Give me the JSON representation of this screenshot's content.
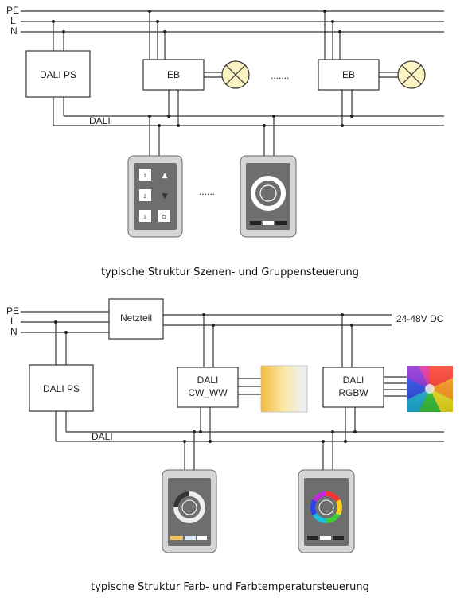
{
  "diagram1": {
    "bus_labels": [
      "PE",
      "L",
      "N"
    ],
    "power_supply": "DALI PS",
    "ballast_label": "EB",
    "ellipsis_top": ".......",
    "ellipsis_panels": "......",
    "dali_label": "DALI",
    "scene_buttons": [
      "1",
      "▲",
      "2",
      "▼",
      "3",
      "O"
    ],
    "caption": "typische Struktur Szenen- und Gruppensteuerung"
  },
  "diagram2": {
    "bus_labels": [
      "PE",
      "L",
      "N"
    ],
    "netzteil": "Netzteil",
    "dc_label": "24-48V DC",
    "power_supply": "DALI PS",
    "dali_label": "DALI",
    "module_cw_ww": [
      "DALI",
      "CW_WW"
    ],
    "module_rgbw": [
      "DALI",
      "RGBW"
    ],
    "caption": "typische Struktur Farb- und Farbtemperatursteuerung"
  },
  "colors": {
    "wire": "#333333",
    "lamp_fill": "#fbf3c2",
    "panel_frame": "#d9d9d9",
    "panel_screen": "#6d6d6d",
    "cct_warm": "#f4c04a",
    "cct_cold": "#e8f0ff"
  },
  "icons": [
    "lamp-icon",
    "power-icon",
    "color-wheel-icon",
    "cct-gradient-icon"
  ]
}
